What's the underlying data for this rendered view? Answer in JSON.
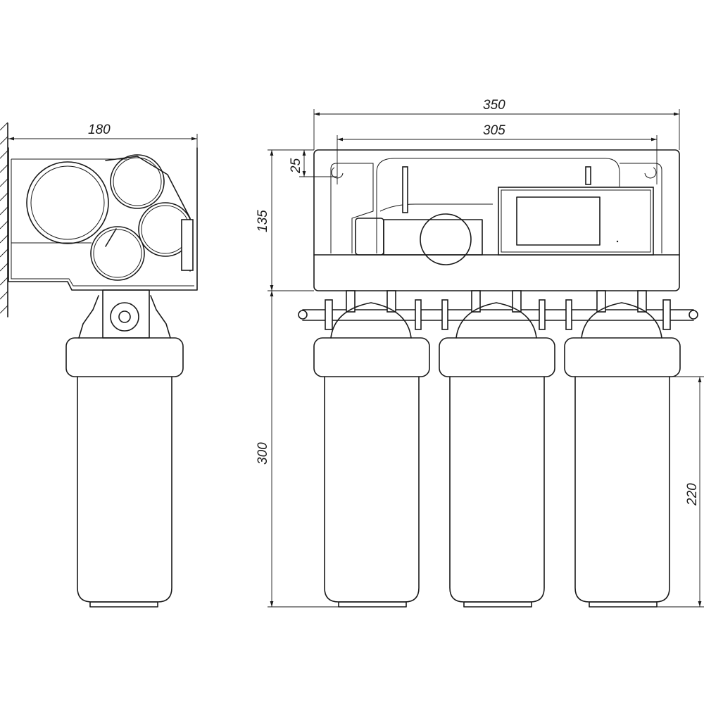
{
  "dimensions": {
    "side_depth": "180",
    "overall_width": "350",
    "mount_spacing": "305",
    "mount_offset": "25",
    "head_height": "135",
    "housing_height": "300",
    "cartridge_height": "220"
  }
}
